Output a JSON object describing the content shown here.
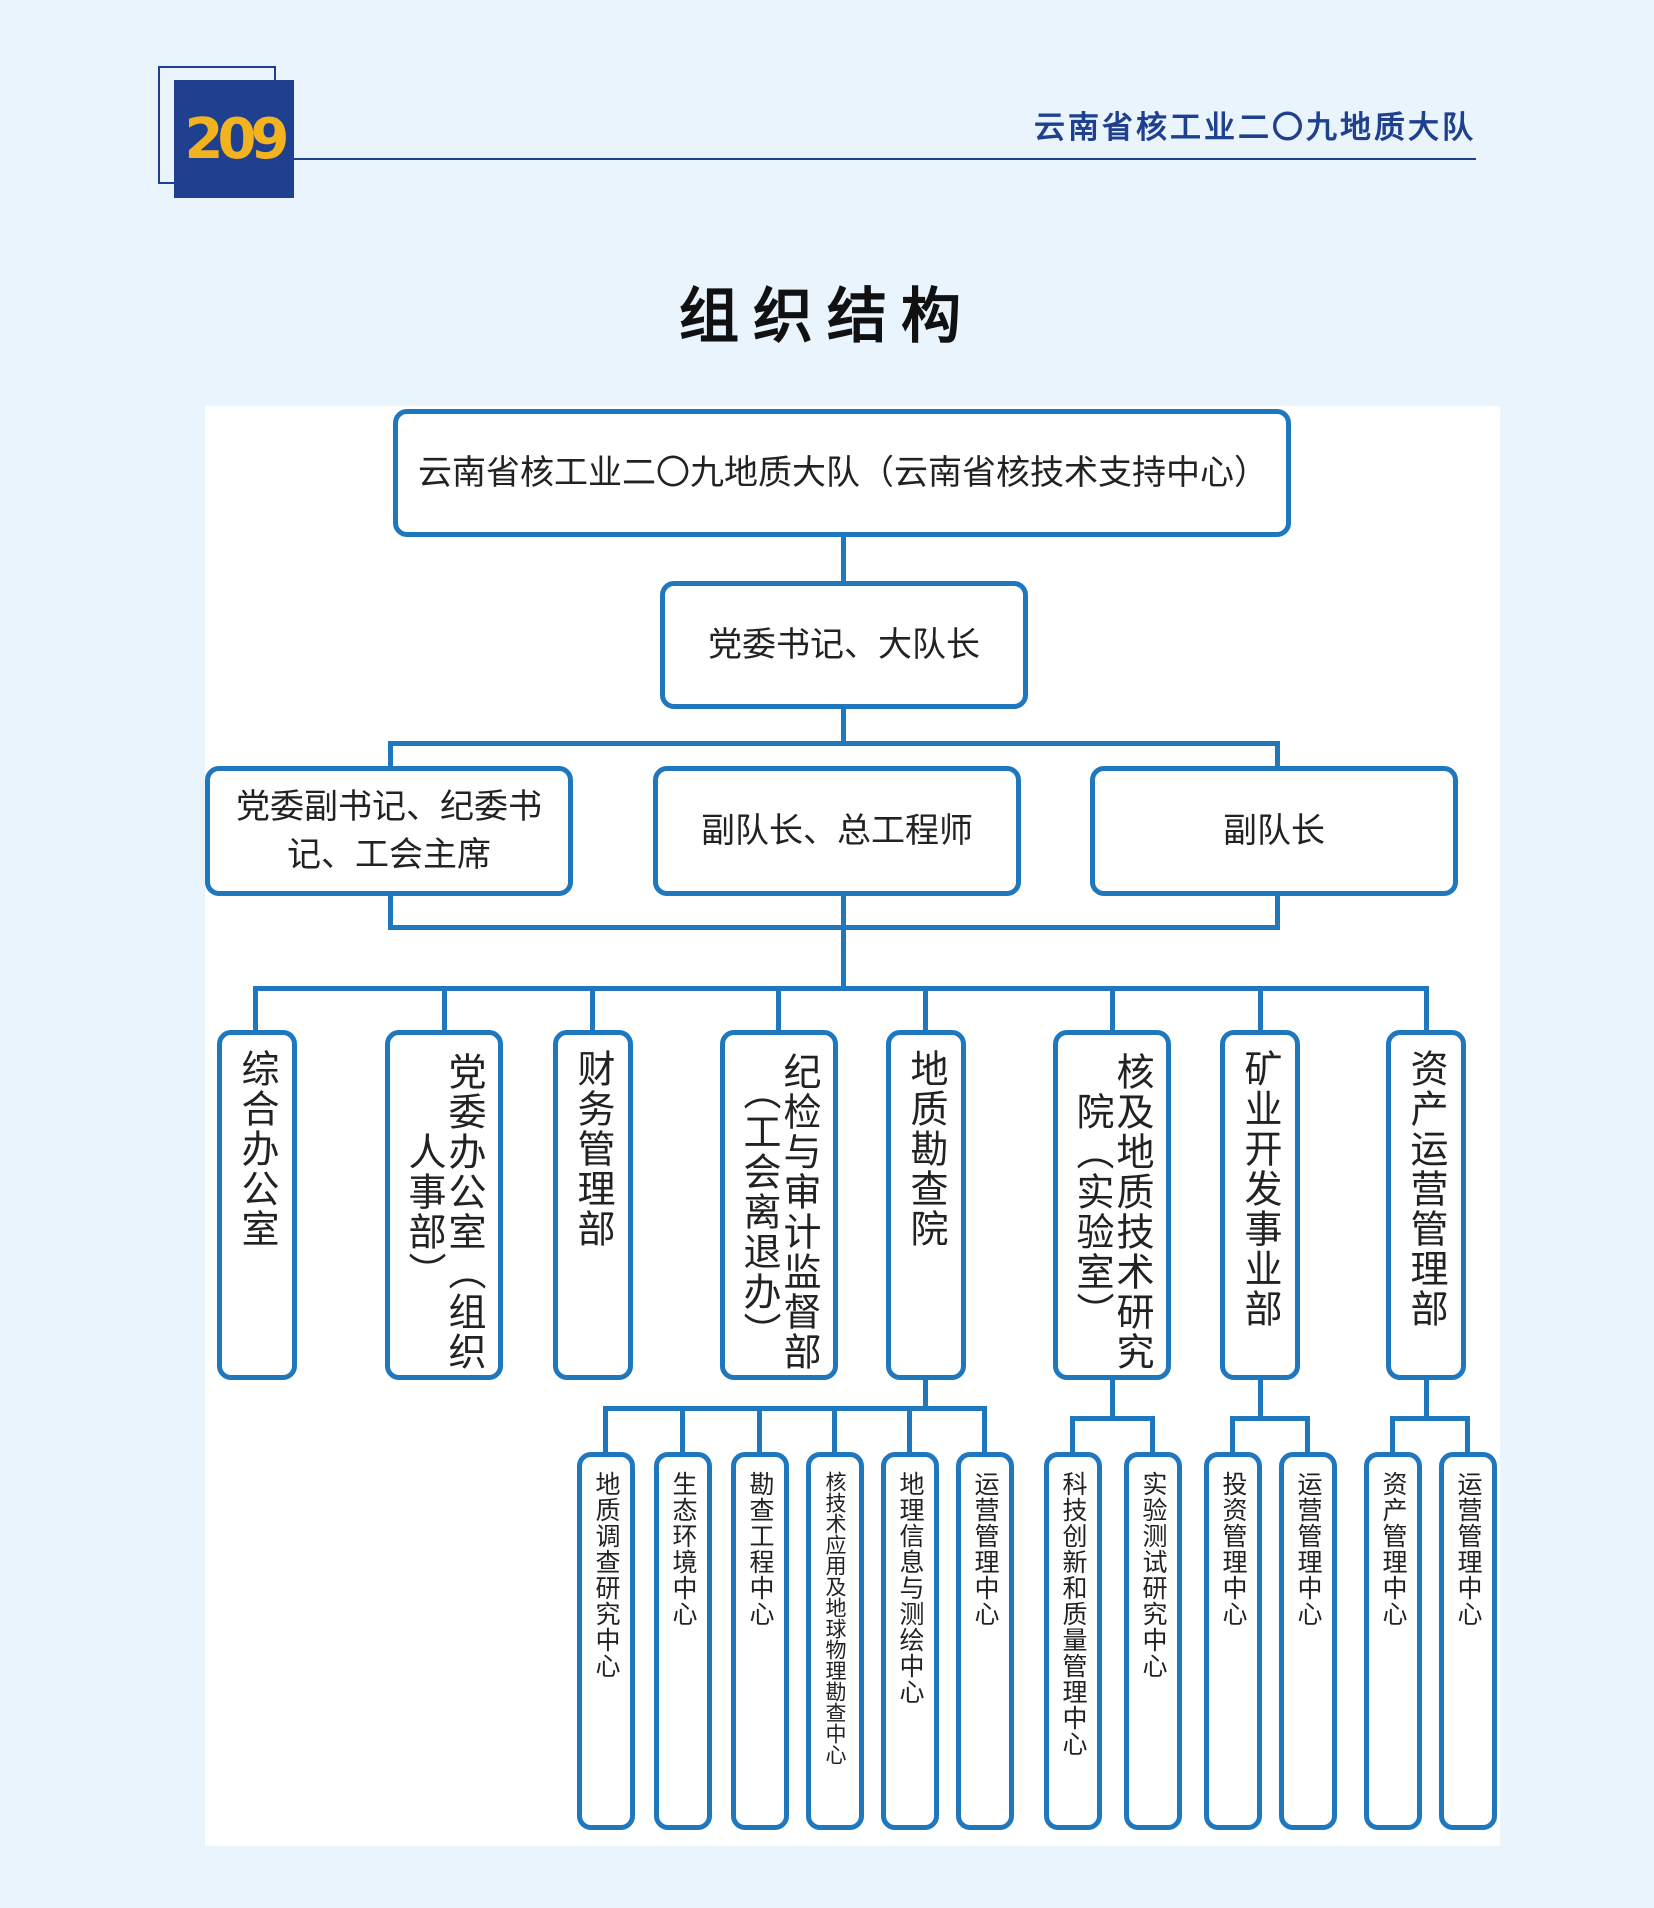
{
  "header": {
    "logo_text": "209",
    "org_name": "云南省核工业二〇九地质大队",
    "colors": {
      "brand": "#1f3f8f",
      "accent": "#f2b320",
      "line": "#1f77bd",
      "background": "#eaf4fc"
    }
  },
  "title": "组织结构",
  "org": {
    "root": "云南省核工业二〇九地质大队（云南省核技术支持中心）",
    "leader": "党委书记、大队长",
    "deputies": [
      "党委副书记、纪委书记、工会主席",
      "副队长、总工程师",
      "副队长"
    ],
    "departments": [
      "综合办公室",
      "党委办公室（组织人事部）",
      "财务管理部",
      "纪检与审计监督部（工会离退办）",
      "地质勘查院",
      "核及地质技术研究院（实验室）",
      "矿业开发事业部",
      "资产运营管理部"
    ],
    "centers": [
      "地质调查研究中心",
      "生态环境中心",
      "勘查工程中心",
      "核技术应用及地球物理勘查中心",
      "地理信息与测绘中心",
      "运营管理中心",
      "科技创新和质量管理中心",
      "实验测试研究中心",
      "投资管理中心",
      "运营管理中心",
      "资产管理中心",
      "运营管理中心"
    ]
  }
}
